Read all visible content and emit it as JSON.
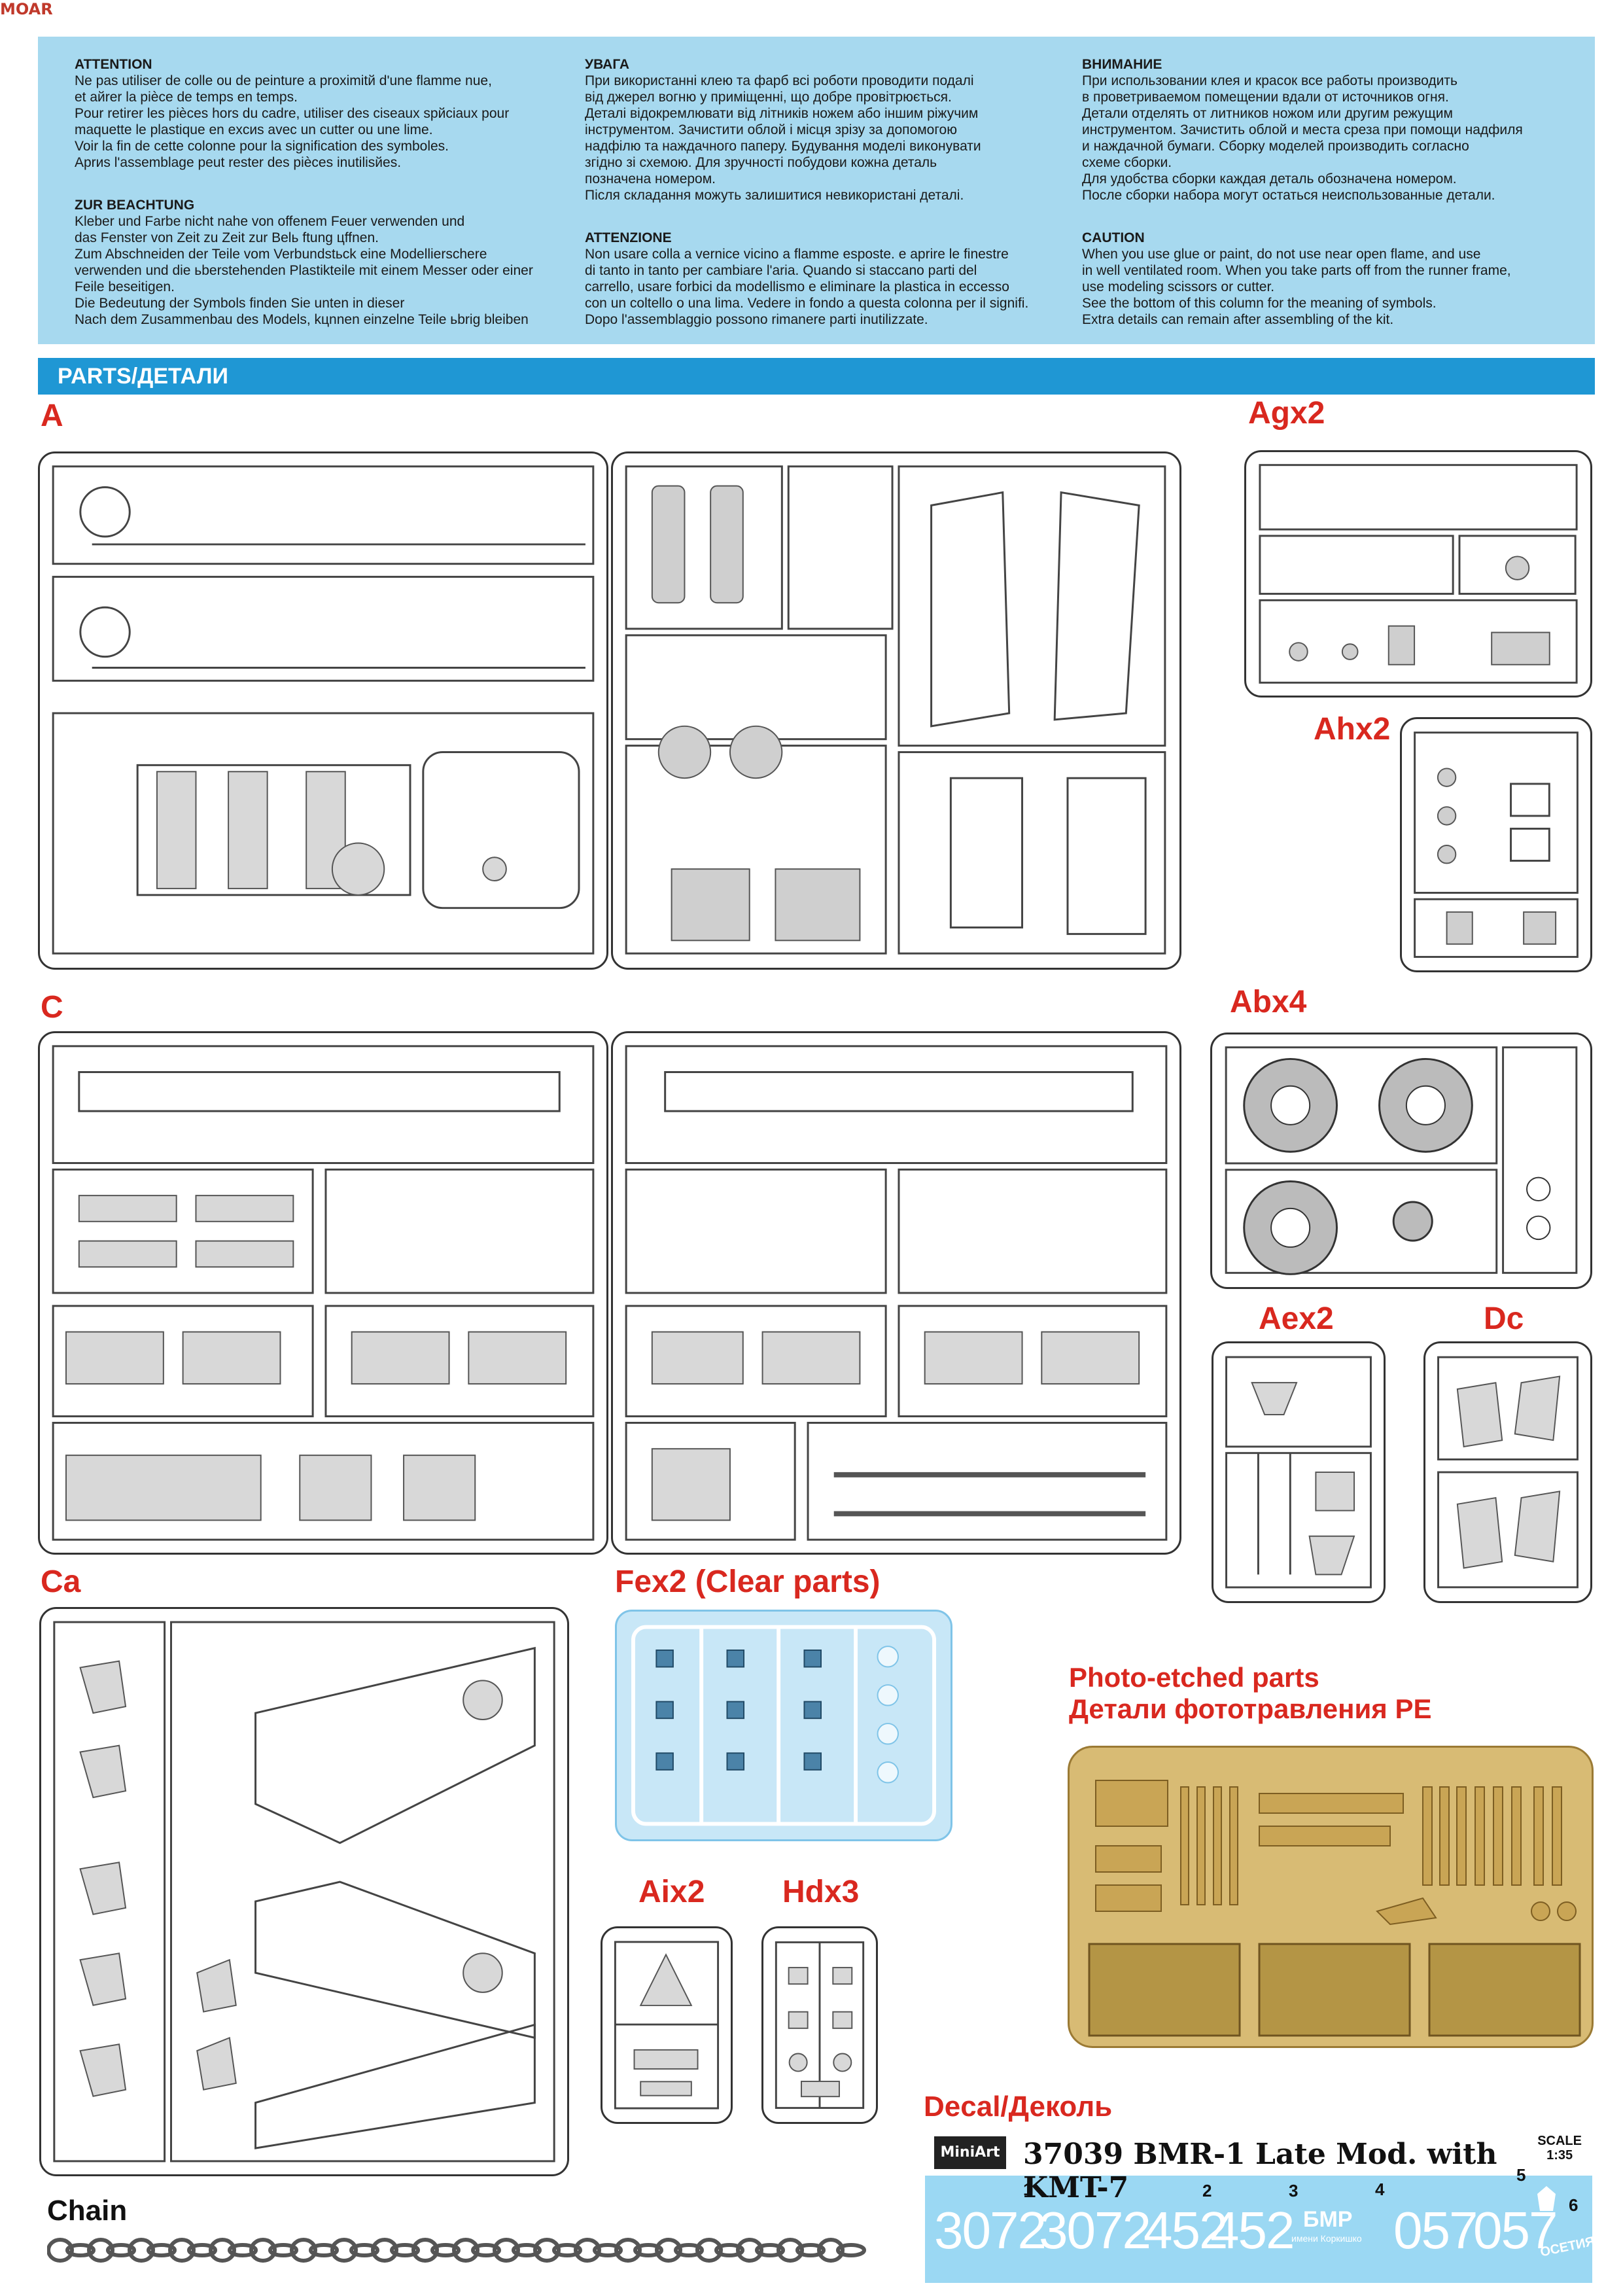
{
  "logo": "MOAR",
  "warnings": {
    "fr": {
      "title": "ATTENTION",
      "text": "Ne pas utiliser de colle ou de peinture a proximitй d'une flamme nue,\n et aйrer la pièce de temps en temps.\nPour retirer les pièces hors du cadre, utiliser des ciseaux spйciaux pour\nmaquette le plastique en excиs avec un cutter ou une lime.\nVoir la fin de cette colonne pour la signification des symboles.\nAprиs l'assemblage peut rester des pièces inutilisйes."
    },
    "de": {
      "title": "ZUR BEACHTUNG",
      "text": "Kleber und Farbe nicht nahe von offenem Feuer verwenden und\ndas Fenster von Zeit zu Zeit zur Belь ftung цffnen.\nZum Abschneiden der Teile vom Verbundstьck eine Modellierschere\nverwenden und die ьberstehenden Plastikteile mit einem Messer oder einer\nFeile beseitigen.\nDie Bedeutung der Symbols finden Sie unten in dieser\nNach dem Zusammenbau des Models, kцnnen einzelne Teile ьbrig bleiben"
    },
    "ua": {
      "title": "УВАГА",
      "text": "При використанні клею та фарб всі роботи проводити подалі\nвід джерел вогню у приміщенні, що добре провітрюється.\nДеталі відокремлювати від літників ножем або іншим ріжучим\nінструментом. Зачистити облой і місця зрізу за допомогою\nнадфілю та наждачного паперу. Будування моделі виконувати\nзгідно зі схемою. Для зручності побудови кожна деталь\nпозначена номером.\nПісля складання можуть залишитися невикористані деталі."
    },
    "it": {
      "title": "ATTENZIONE",
      "text": "Non usare colla a vernice vicino a flamme esposte. e aprire le finestre\ndi tanto in tanto per cambiare l'aria. Quando si staccano parti del\ncarrello, usare forbici da modellismo e eliminare la plastica in eccesso\ncon un coltello o una lima. Vedere in fondo a questa colonna  per il signifi.\nDopo l'assemblaggio possono rimanere parti inutilizzate."
    },
    "ru": {
      "title": "ВНИМАНИЕ",
      "text": "При использовании клея и красок все работы производить\nв проветриваемом помещении вдали от источников огня.\nДетали отделять от литников ножом или другим режущим\nинструментом. Зачистить облой и места среза при помощи надфиля\nи наждачной бумаги. Сборку моделей производить согласно\nсхеме сборки.\nДля удобства сборки каждая деталь обозначена номером.\nПосле сборки набора могут остаться неиспользованные детали."
    },
    "en": {
      "title": "CAUTION",
      "text": "When you use glue or paint, do not use near open flame, and use\nin well ventilated room. When you take parts off from the runner frame,\nuse modeling scissors or cutter.\nSee the bottom of this column for the meaning of symbols.\nExtra details can remain after assembling of the kit."
    }
  },
  "parts_header": "PARTS/ДЕТАЛИ",
  "sprues": {
    "A": "A",
    "Agx2": "Agx2",
    "Ahx2": "Ahx2",
    "C": "C",
    "Abx4": "Abx4",
    "Aex2": "Aex2",
    "Dc": "Dc",
    "Ca": "Ca",
    "Fex2": "Fex2 (Clear parts)",
    "Aix2": "Aix2",
    "Hdx3": "Hdx3"
  },
  "pe_title_en": "Photo-etched parts",
  "pe_title_ru": "Детали фототравления PE",
  "decal_header": "Decal/Деколь",
  "decal": {
    "brand": "MiniArt",
    "kit_title": "37039 BMR-1 Late Mod. with KMT-7",
    "scale_word": "SCALE",
    "scale_value": "1:35",
    "n1": "1",
    "n2": "2",
    "n3": "3",
    "n4": "4",
    "n5": "5",
    "n6": "6",
    "d1a": "3072",
    "d1b": "3072",
    "d2a": "452",
    "d2b": "452",
    "d3": "БМР",
    "d3_small": "имени Коркишко",
    "d4a": "057",
    "d4b": "057",
    "d6": "ОСЕТИЯ"
  },
  "chain_label": "Chain"
}
